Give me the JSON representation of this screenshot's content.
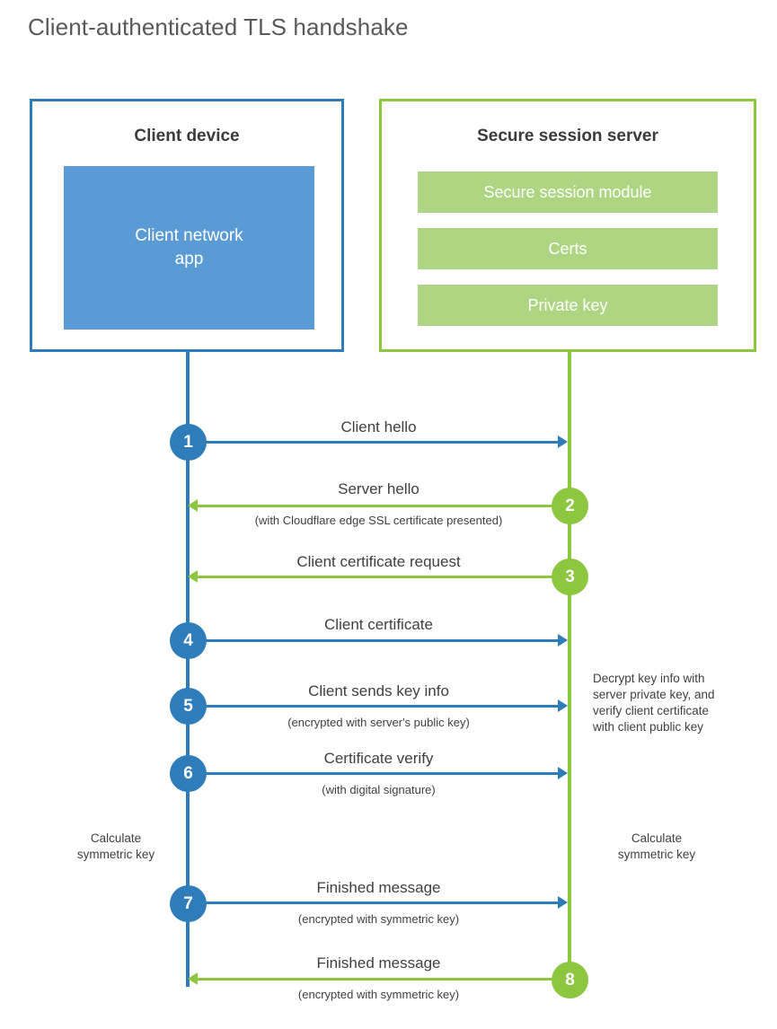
{
  "title": "Client-authenticated TLS handshake",
  "colors": {
    "blue": "#2e7cba",
    "blue_fill": "#5b9bd5",
    "green": "#8dc63f",
    "green_fill": "#aed581",
    "title_text": "#58595b",
    "body_text": "#404041"
  },
  "client": {
    "title": "Client device",
    "app_label": "Client network\napp"
  },
  "server": {
    "title": "Secure session server",
    "modules": [
      "Secure session module",
      "Certs",
      "Private key"
    ]
  },
  "steps": [
    {
      "number": "1",
      "side": "client",
      "color": "blue",
      "direction": "right",
      "label": "Client hello",
      "sublabel": ""
    },
    {
      "number": "2",
      "side": "server",
      "color": "green",
      "direction": "left",
      "label": "Server hello",
      "sublabel": "(with Cloudflare edge SSL certificate presented)"
    },
    {
      "number": "3",
      "side": "server",
      "color": "green",
      "direction": "left",
      "label": "Client certificate request",
      "sublabel": ""
    },
    {
      "number": "4",
      "side": "client",
      "color": "blue",
      "direction": "right",
      "label": "Client certificate",
      "sublabel": ""
    },
    {
      "number": "5",
      "side": "client",
      "color": "blue",
      "direction": "right",
      "label": "Client sends key info",
      "sublabel": "(encrypted with server's public key)"
    },
    {
      "number": "6",
      "side": "client",
      "color": "blue",
      "direction": "right",
      "label": "Certificate verify",
      "sublabel": "(with digital signature)"
    },
    {
      "number": "7",
      "side": "client",
      "color": "blue",
      "direction": "right",
      "label": "Finished message",
      "sublabel": "(encrypted with symmetric key)"
    },
    {
      "number": "8",
      "side": "server",
      "color": "green",
      "direction": "left",
      "label": "Finished message",
      "sublabel": "(encrypted with symmetric key)"
    }
  ],
  "notes": {
    "server_decrypt": "Decrypt key info with\nserver private key, and\nverify client certificate\nwith client public key",
    "client_calc_key": "Calculate\nsymmetric key",
    "server_calc_key": "Calculate\nsymmetric key"
  }
}
